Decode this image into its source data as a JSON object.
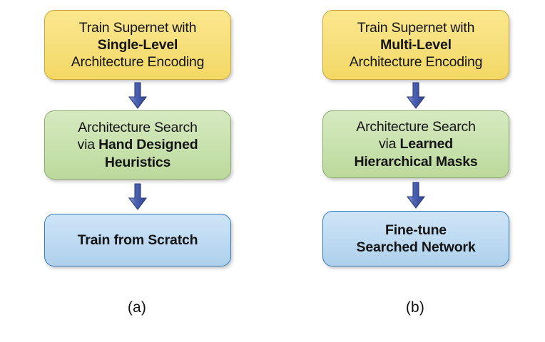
{
  "figure": {
    "background": "#ffffff",
    "arrow_color": "#3f55a5",
    "colors": {
      "yellow_fill": "#f7e07e",
      "yellow_border": "#c9a63a",
      "green_fill": "#c9e2ae",
      "green_border": "#8aab6d",
      "blue_fill": "#bfdbf2",
      "blue_border": "#2f7ec0"
    }
  },
  "columns": [
    {
      "caption": "(a)",
      "nodes": [
        {
          "id": "train-supernet-single-level",
          "style": "yellow",
          "lines": [
            {
              "text": "Train Supernet with",
              "bold": false
            },
            {
              "text": "Single-Level",
              "bold": true
            },
            {
              "text": "Architecture Encoding",
              "bold": false
            }
          ]
        },
        {
          "id": "architecture-search-hand-designed",
          "style": "green",
          "lines": [
            {
              "text": "Architecture Search",
              "bold": false
            },
            {
              "text": "via Hand Designed",
              "bold": false,
              "bold_from": "Hand Designed"
            },
            {
              "text": "Heuristics",
              "bold": true
            }
          ]
        },
        {
          "id": "train-from-scratch",
          "style": "blue",
          "lines": [
            {
              "text": "Train from Scratch",
              "bold": true
            }
          ]
        }
      ],
      "arrows": [
        {
          "id": "arrow-a-1",
          "name": "down-arrow-icon"
        },
        {
          "id": "arrow-a-2",
          "name": "down-arrow-icon"
        }
      ]
    },
    {
      "caption": "(b)",
      "nodes": [
        {
          "id": "train-supernet-multi-level",
          "style": "yellow",
          "lines": [
            {
              "text": "Train Supernet with",
              "bold": false
            },
            {
              "text": "Multi-Level",
              "bold": true
            },
            {
              "text": "Architecture Encoding",
              "bold": false
            }
          ]
        },
        {
          "id": "architecture-search-learned-masks",
          "style": "green",
          "lines": [
            {
              "text": "Architecture Search",
              "bold": false
            },
            {
              "text": "via Learned",
              "bold": false,
              "bold_from": "Learned"
            },
            {
              "text": "Hierarchical Masks",
              "bold": true
            }
          ]
        },
        {
          "id": "fine-tune-searched-network",
          "style": "blue",
          "lines": [
            {
              "text": "Fine-tune",
              "bold": true
            },
            {
              "text": "Searched Network",
              "bold": true
            }
          ]
        }
      ],
      "arrows": [
        {
          "id": "arrow-b-1",
          "name": "down-arrow-icon"
        },
        {
          "id": "arrow-b-2",
          "name": "down-arrow-icon"
        }
      ]
    }
  ],
  "text": {
    "col_a": {
      "node1_l1": "Train Supernet with",
      "node1_l2": "Single-Level",
      "node1_l3": "Architecture Encoding",
      "node2_l1": "Architecture Search",
      "node2_l2a": "via ",
      "node2_l2b": "Hand Designed",
      "node2_l3": "Heuristics",
      "node3_l1": "Train from Scratch",
      "caption": "(a)"
    },
    "col_b": {
      "node1_l1": "Train Supernet with",
      "node1_l2": "Multi-Level",
      "node1_l3": "Architecture Encoding",
      "node2_l1": "Architecture Search",
      "node2_l2a": "via ",
      "node2_l2b": "Learned",
      "node2_l3": "Hierarchical Masks",
      "node3_l1": "Fine-tune",
      "node3_l2": "Searched Network",
      "caption": "(b)"
    }
  }
}
